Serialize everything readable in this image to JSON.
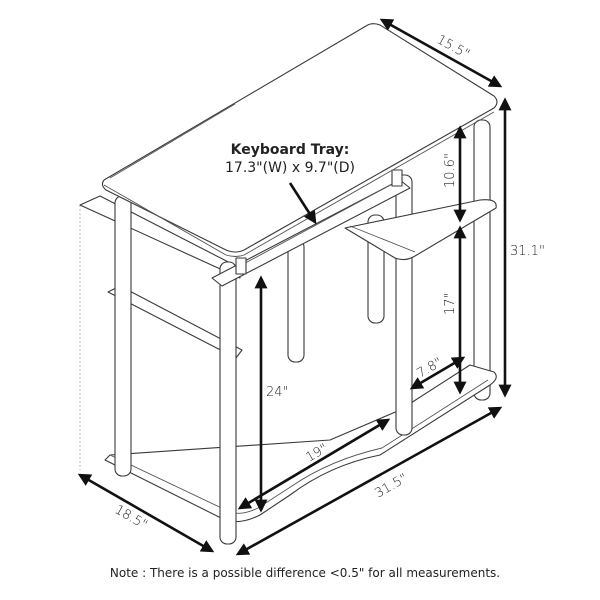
{
  "diagram": {
    "subject": "Computer desk with keyboard tray",
    "keyboard_tray": {
      "title": "Keyboard Tray:",
      "dimensions": "17.3\"(W) x 9.7\"(D)"
    },
    "dimensions": {
      "top_depth": "15.5\"",
      "total_height": "31.1\"",
      "upper_shelf_gap": "10.6\"",
      "lower_shelf_gap": "17\"",
      "right_shelf_depth": "7.8\"",
      "knee_clearance_height": "24\"",
      "knee_clearance_width": "19\"",
      "total_width": "31.5\"",
      "base_depth": "18.5\""
    },
    "note": "Note : There is a possible difference <0.5\" for all measurements."
  }
}
